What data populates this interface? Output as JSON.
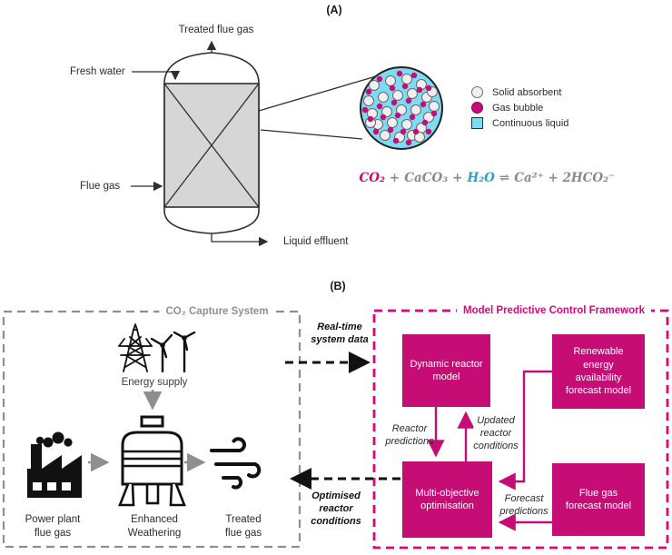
{
  "colors": {
    "magenta_box": "#c60d76",
    "magenta_border": "#e5007d",
    "liquid_blue": "#7fdbf2",
    "gray_border": "#8f8f8f",
    "eq_co2": "#cb0a6e",
    "eq_h2o": "#2f9dc9",
    "eq_gray": "#8a8a8a"
  },
  "panel_a": {
    "label": "(A)",
    "labels": {
      "treated_flue_gas": "Treated flue gas",
      "fresh_water": "Fresh water",
      "flue_gas": "Flue gas",
      "liquid_effluent": "Liquid effluent"
    },
    "legend": [
      {
        "swatch": "solid-absorbent",
        "label": "Solid absorbent"
      },
      {
        "swatch": "gas-bubble",
        "label": "Gas bubble"
      },
      {
        "swatch": "continuous-liquid",
        "label": "Continuous liquid"
      }
    ],
    "equation": {
      "co2": "CO₂",
      "plus_1": "+",
      "caco3": "CaCO₃",
      "plus_2": "+",
      "h2o": "H₂O",
      "equilibrium": "⇌",
      "products": "Ca²⁺ + 2HCO₂⁻"
    }
  },
  "panel_b": {
    "label": "(B)",
    "capture_system": {
      "title": "CO₂ Capture System",
      "energy_supply_label": "Energy supply",
      "power_plant_label": "Power plant\nflue gas",
      "enhanced_weathering_label": "Enhanced\nWeathering",
      "treated_flue_gas_label": "Treated\nflue gas"
    },
    "mpc": {
      "title": "Model Predictive Control Framework",
      "dynamic_reactor_model": "Dynamic reactor\nmodel",
      "renewable_forecast_model": "Renewable\nenergy\navailability\nforecast model",
      "multi_objective_optimisation": "Multi-objective\noptimisation",
      "flue_gas_forecast_model": "Flue gas\nforecast model",
      "reactor_predictions": "Reactor\npredictions",
      "updated_reactor_conditions": "Updated\nreactor\nconditions",
      "forecast_predictions": "Forecast\npredictions"
    },
    "links": {
      "real_time_system_data": "Real-time\nsystem data",
      "optimised_reactor_conditions": "Optimised\nreactor\nconditions"
    }
  }
}
